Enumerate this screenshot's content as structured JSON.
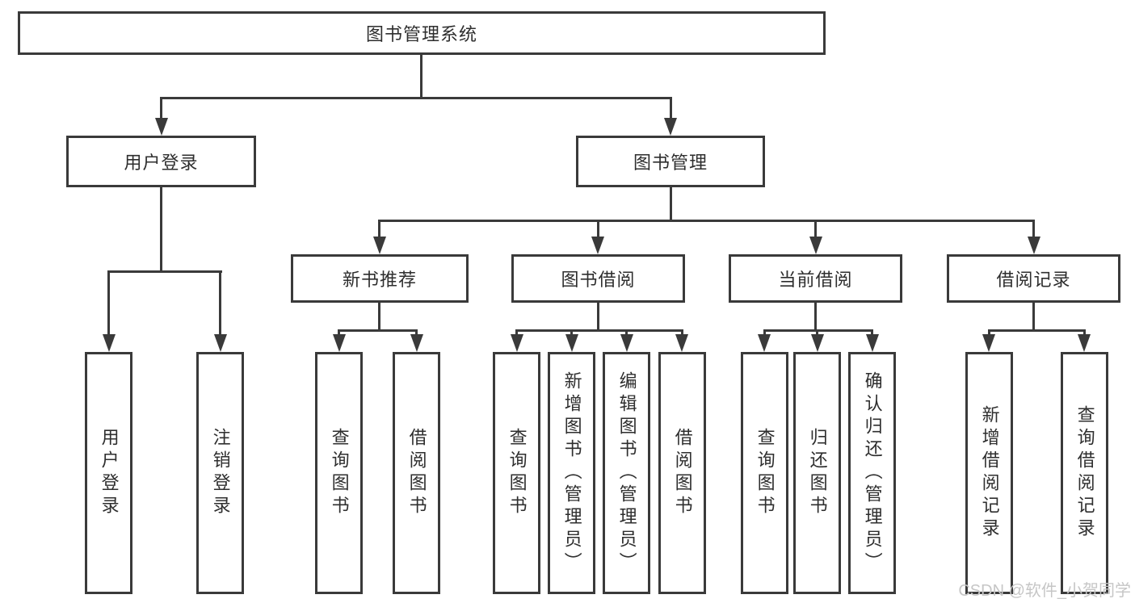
{
  "tree": {
    "root": {
      "label": "图书管理系统"
    },
    "branches": [
      {
        "label": "用户登录",
        "children": [
          "用户登录",
          "注销登录"
        ]
      },
      {
        "label": "图书管理",
        "sections": [
          {
            "label": "新书推荐",
            "children": [
              "查询图书",
              "借阅图书"
            ]
          },
          {
            "label": "图书借阅",
            "children": [
              "查询图书",
              "新增图书（管理员）",
              "编辑图书（管理员）",
              "借阅图书"
            ]
          },
          {
            "label": "当前借阅",
            "children": [
              "查询图书",
              "归还图书",
              "确认归还（管理员）"
            ]
          },
          {
            "label": "借阅记录",
            "children": [
              "新增借阅记录",
              "查询借阅记录"
            ]
          }
        ]
      }
    ]
  },
  "watermark": {
    "text": "CSDN @软件_小贺同学"
  },
  "colors": {
    "line": "#3a3a3a",
    "text": "#2e2e2e",
    "watermark": "#c6c6c6"
  }
}
